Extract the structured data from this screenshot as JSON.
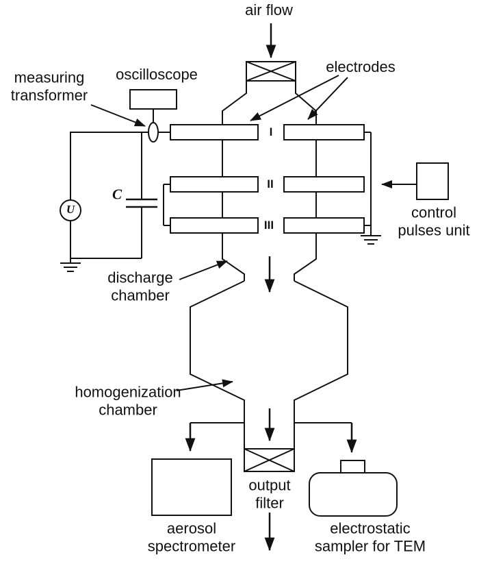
{
  "figure": {
    "colors": {
      "ink": "#111111",
      "background": "#ffffff"
    },
    "labels": {
      "air_flow": "air flow",
      "electrodes": "electrodes",
      "oscilloscope": "oscilloscope",
      "measuring_transformer": "measuring transformer",
      "capacitor": "C",
      "voltage_source": "U",
      "stage_1": "I",
      "stage_2": "II",
      "stage_3": "III",
      "control_pulses_unit": "control pulses unit",
      "discharge_chamber": "discharge chamber",
      "homogenization_chamber": "homogenization chamber",
      "output_filter": "output filter",
      "aerosol_spectrometer": "aerosol spectrometer",
      "electrostatic_sampler": "electrostatic sampler for TEM"
    }
  }
}
